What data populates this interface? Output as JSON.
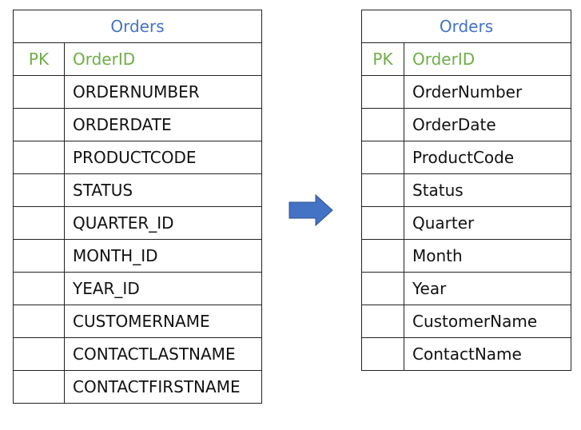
{
  "colors": {
    "title": "#4472C4",
    "primary_key": "#70AD47",
    "text": "#111111",
    "border": "#222222",
    "arrow_fill": "#4472C4",
    "arrow_stroke": "#2F528F"
  },
  "left_table": {
    "title": "Orders",
    "pk_label": "PK",
    "pk_field": "OrderID",
    "fields": [
      "ORDERNUMBER",
      "ORDERDATE",
      "PRODUCTCODE",
      "STATUS",
      "QUARTER_ID",
      "MONTH_ID",
      "YEAR_ID",
      "CUSTOMERNAME",
      "CONTACTLASTNAME",
      "CONTACTFIRSTNAME"
    ]
  },
  "right_table": {
    "title": "Orders",
    "pk_label": "PK",
    "pk_field": "OrderID",
    "fields": [
      "OrderNumber",
      "OrderDate",
      "ProductCode",
      "Status",
      "Quarter",
      "Month",
      "Year",
      "CustomerName",
      "ContactName"
    ]
  },
  "arrow_icon": "right-arrow-icon"
}
